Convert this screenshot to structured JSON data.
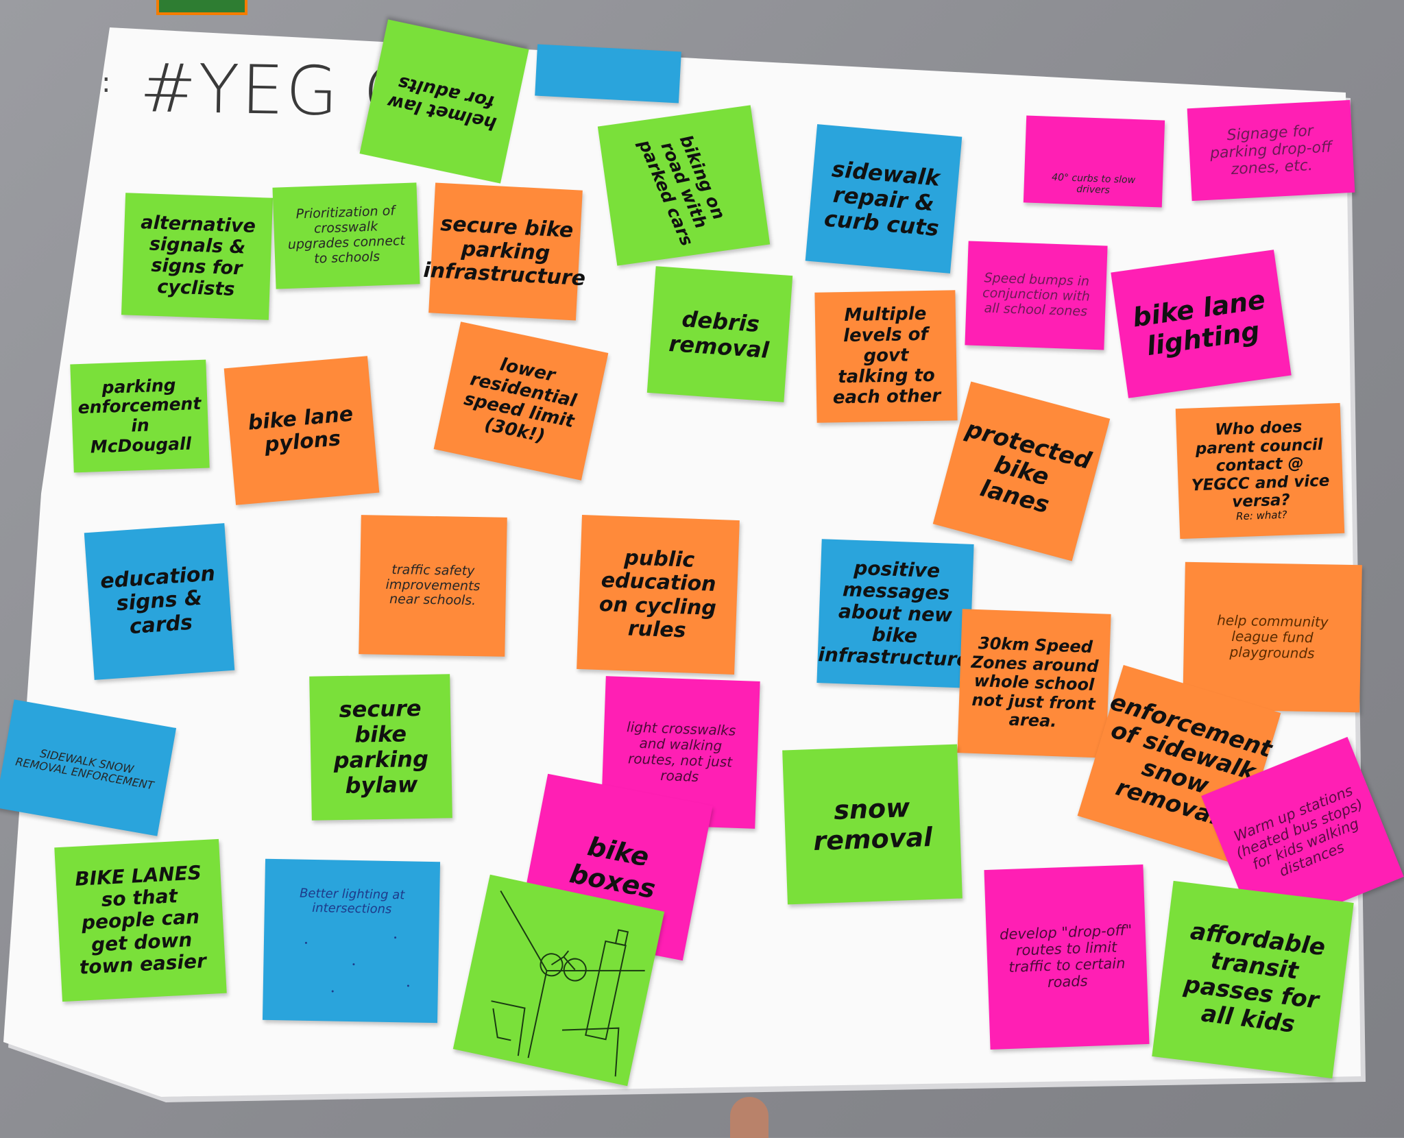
{
  "board": {
    "title": "#YEG CC",
    "colors": {
      "green": "#7ae03a",
      "orange": "#ff8a3a",
      "pink": "#ff1fb4",
      "blue": "#2aa4dc"
    }
  },
  "notes": [
    {
      "id": "helmet-law",
      "color": "green",
      "text": "helmet law for adults"
    },
    {
      "id": "biking-on-road",
      "color": "green",
      "text": "biking on road with parked cars"
    },
    {
      "id": "sidewalk-repair",
      "color": "blue",
      "text": "sidewalk repair & curb cuts"
    },
    {
      "id": "40-curbs",
      "color": "pink",
      "text": "40° curbs to slow drivers"
    },
    {
      "id": "signage-parking",
      "color": "pink",
      "text": "Signage for parking drop-off zones, etc."
    },
    {
      "id": "alternative-signals",
      "color": "green",
      "text": "alternative signals & signs for cyclists"
    },
    {
      "id": "prioritization-crosswalk",
      "color": "green",
      "text": "Prioritization of crosswalk upgrades connect to schools"
    },
    {
      "id": "secure-bike-parking-infra",
      "color": "orange",
      "text": "secure bike parking infrastructure"
    },
    {
      "id": "debris-removal",
      "color": "green",
      "text": "debris removal"
    },
    {
      "id": "multiple-levels-govt",
      "color": "orange",
      "text": "Multiple levels of govt talking to each other"
    },
    {
      "id": "speed-bumps",
      "color": "pink",
      "text": "Speed bumps in conjunction with all school zones"
    },
    {
      "id": "bike-lane-lighting",
      "color": "pink",
      "text": "bike lane lighting"
    },
    {
      "id": "lower-speed-limit",
      "color": "orange",
      "text": "lower residential speed limit (30k!)"
    },
    {
      "id": "parking-enforcement",
      "color": "green",
      "text": "parking enforcement in McDougall"
    },
    {
      "id": "bike-lane-pylons",
      "color": "orange",
      "text": "bike lane pylons"
    },
    {
      "id": "protected-bike-lanes",
      "color": "orange",
      "text": "protected bike lanes"
    },
    {
      "id": "who-does-parent-council",
      "color": "orange",
      "text": "Who does parent council contact @ YEGCC and vice versa?",
      "subtext": "Re: what?"
    },
    {
      "id": "education-signs",
      "color": "blue",
      "text": "education signs & cards"
    },
    {
      "id": "traffic-safety",
      "color": "orange",
      "text": "traffic safety improvements near schools."
    },
    {
      "id": "public-education",
      "color": "orange",
      "text": "public education on cycling rules"
    },
    {
      "id": "positive-messages",
      "color": "blue",
      "text": "positive messages about new bike infrastructure"
    },
    {
      "id": "30km-speed-zones",
      "color": "orange",
      "text": "30km Speed Zones around whole school not just front area."
    },
    {
      "id": "help-community-league",
      "color": "orange",
      "text": "help community league fund playgrounds"
    },
    {
      "id": "secure-bike-parking-bylaw",
      "color": "green",
      "text": "secure bike parking bylaw"
    },
    {
      "id": "light-crosswalks",
      "color": "pink",
      "text": "light crosswalks and walking routes, not just roads"
    },
    {
      "id": "sidewalk-snow-removal",
      "color": "blue",
      "text": "SIDEWALK SNOW REMOVAL ENFORCEMENT"
    },
    {
      "id": "enforcement-sidewalk-snow",
      "color": "orange",
      "text": "enforcement of sidewalk snow removal"
    },
    {
      "id": "snow-removal",
      "color": "green",
      "text": "snow removal"
    },
    {
      "id": "bike-boxes",
      "color": "pink",
      "text": "bike boxes"
    },
    {
      "id": "warm-up-stations",
      "color": "pink",
      "text": "Warm up stations (heated bus stops) for kids walking distances"
    },
    {
      "id": "bike-lanes-downtown",
      "color": "green",
      "text": "BIKE LANES so that people can get down town easier"
    },
    {
      "id": "better-lighting",
      "color": "blue",
      "text": "Better lighting at intersections"
    },
    {
      "id": "develop-drop-off",
      "color": "pink",
      "text": "develop \"drop-off\" routes to limit traffic to certain roads"
    },
    {
      "id": "affordable-transit",
      "color": "green",
      "text": "affordable transit passes for all kids"
    },
    {
      "id": "sketch-note",
      "color": "green",
      "text": ""
    },
    {
      "id": "folded-blue",
      "color": "blue",
      "text": ""
    }
  ]
}
